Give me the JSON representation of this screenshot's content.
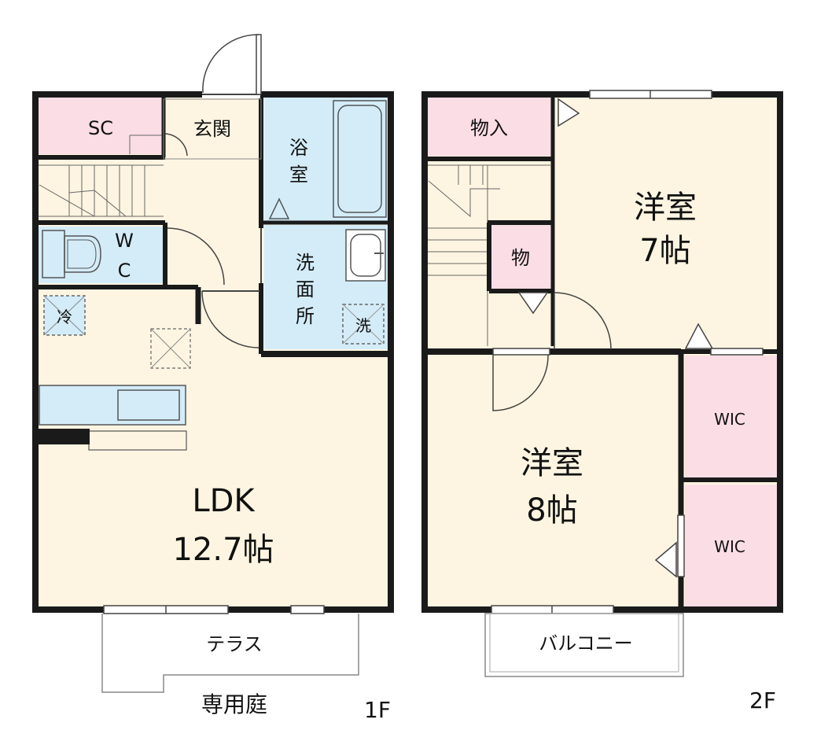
{
  "floor1": {
    "label": "1F",
    "rooms": {
      "sc": "SC",
      "genkan": "玄関",
      "bath": [
        "浴",
        "室"
      ],
      "wc": [
        "W",
        "C"
      ],
      "washroom": [
        "洗",
        "面",
        "所"
      ],
      "fridge": "冷",
      "washer": "洗",
      "ldk": [
        "LDK",
        "12.7帖"
      ]
    },
    "terrace": "テラス",
    "garden": "専用庭"
  },
  "floor2": {
    "label": "2F",
    "rooms": {
      "closet": "物入",
      "storage": "物",
      "room7": [
        "洋室",
        "7帖"
      ],
      "room8": [
        "洋室",
        "8帖"
      ],
      "wic1": "WIC",
      "wic2": "WIC"
    },
    "balcony": "バルコニー"
  },
  "colors": {
    "floor": "#fdf5e1",
    "wet": "#d3ecf8",
    "storage": "#fbdde6",
    "wall": "#1a1a1a",
    "line": "#444444"
  }
}
